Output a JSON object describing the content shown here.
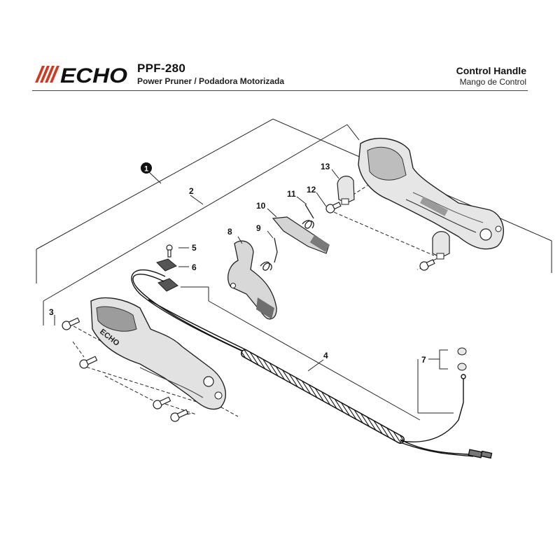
{
  "header": {
    "brand": "ECHO",
    "model": "PPF-280",
    "subtitle": "Power Pruner / Podadora Motorizada",
    "section_title": "Control Handle",
    "section_subtitle": "Mango de Control"
  },
  "callouts": {
    "c1": "1",
    "c2": "2",
    "c3": "3",
    "c4": "4",
    "c5": "5",
    "c6": "6",
    "c7": "7",
    "c8": "8",
    "c9": "9",
    "c10": "10",
    "c11": "11",
    "c12": "12",
    "c13": "13"
  },
  "handle_imprint": "ECHO",
  "colors": {
    "logo": "#d03a22",
    "line": "#222222",
    "part_fill": "#e8e8e8",
    "part_dark": "#8a8a8a"
  }
}
